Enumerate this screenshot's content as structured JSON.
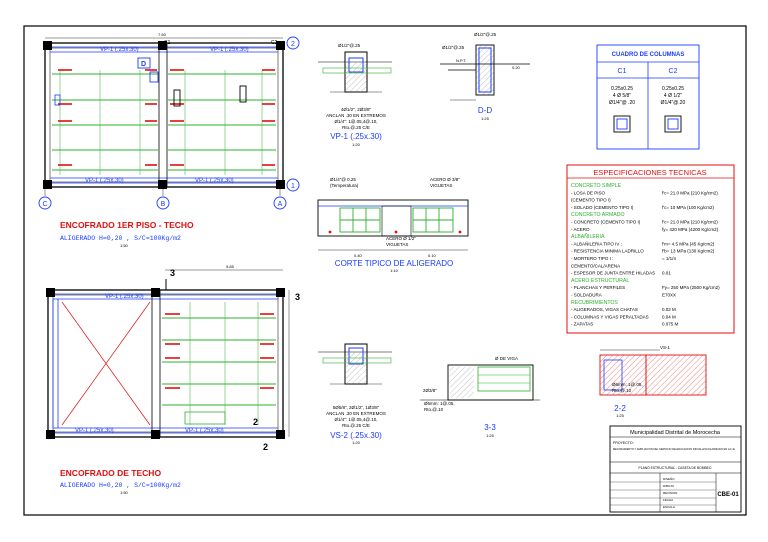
{
  "plan1": {
    "title": "ENCOFRADO 1ER PISO - TECHO",
    "subtitle": "ALIGERADO H=0,20 , S/C=100Kg/m2",
    "scale": "1:50",
    "overall_dim": "7.50",
    "beam_top_left": "VP-1 (.25x.30)",
    "beam_top_right": "VP-1 (.25x.30)",
    "beam_bottom_left": "VP-1 (.25x.30)",
    "beam_bottom_right": "VP-1 (.25x.30)",
    "axis_C": "C",
    "axis_B": "B",
    "axis_A": "A",
    "axis_1": "1",
    "axis_2": "2",
    "col_C1": "C1",
    "col_C2": "C2",
    "tag_D": "D"
  },
  "plan2": {
    "title": "ENCOFRADO DE TECHO",
    "subtitle": "ALIGERADO H=0,20 , S/C=100Kg/m2",
    "scale": "1:50",
    "overall_dim": "5.85",
    "beam_top": "VP-1 (.25x.30)",
    "beam_bottom_left": "VP-1 (.25x.30)",
    "beam_bottom_right": "VP-1 (.25x.30)",
    "section_3": "3",
    "section_2": "2"
  },
  "vp1": {
    "top_note": "Ø1/2\"@.25",
    "note1": "4Ø1/2\", 2Ø3/8\"",
    "note2": "ANCLAN .30 EN EXTREMOS",
    "note3": "Ø1/4\": 1@.05,4@.10,",
    "note4": "Rto.@.25 C/E",
    "title": "VP-1 (.25x.30)",
    "scale": "1:20"
  },
  "dd": {
    "top_note": "Ø1/2\"@.25",
    "left_note": "Ø1/2\"@.25",
    "npt": "N.P.T.",
    "dim": "0.20",
    "title": "D-D",
    "scale": "1:25"
  },
  "columns": {
    "title": "CUADRO DE COLUMNAS",
    "c1": "C1",
    "c2": "C2",
    "c1_size": "0.25x0.25",
    "c2_size": "0.25x0.25",
    "c1_bars": "4 Ø 5/8\"",
    "c2_bars": "4 Ø 1/2\"",
    "c1_stirrup": "Ø1/4\"@ .20",
    "c2_stirrup": "Ø1/4\"@.20"
  },
  "specs": {
    "title": "ESPECIFICACIONES TECNICAS",
    "rows": [
      {
        "kind": "head",
        "text": "CONCRETO SIMPLE"
      },
      {
        "kind": "row",
        "label": "- LOSA DE PISO",
        "value": "f'c= 21.0 MPa (210 Kg/cm2)"
      },
      {
        "kind": "row",
        "label": "  (CEMENTO TIPO I)",
        "value": ""
      },
      {
        "kind": "row",
        "label": "- SOLADO (CEMENTO TIPO I)",
        "value": "f'c= 10 MPa (100 Kg/cm2)"
      },
      {
        "kind": "head",
        "text": "CONCRETO ARMADO"
      },
      {
        "kind": "row",
        "label": "- CONCRETO (CEMENTO TIPO I)",
        "value": "f'c= 21.0 MPa (210 Kg/cm2)"
      },
      {
        "kind": "row",
        "label": "- ACERO",
        "value": "fy= 420 MPa (4200 Kg/cm2)"
      },
      {
        "kind": "head",
        "text": "ALBAÑILERIA"
      },
      {
        "kind": "row",
        "label": "- ALBAÑILERIA TIPO IV :",
        "value": "f'm= 4.5 MPa (45 Kg/cm2)"
      },
      {
        "kind": "row",
        "label": "- RESISTENCIA MINIMA LADRILLO",
        "value": "f'b= 13 MPa (130 Kg/cm2)"
      },
      {
        "kind": "row",
        "label": "- MORTERO TIPO I :",
        "value": "= 1/1/4"
      },
      {
        "kind": "row",
        "label": "  CEMENTO/CAL/ARENA",
        "value": ""
      },
      {
        "kind": "row",
        "label": "- ESPESOR DE JUNTA ENTRE HILADAS",
        "value": "0.01"
      },
      {
        "kind": "head",
        "text": "ACERO ESTRUCTURAL"
      },
      {
        "kind": "row",
        "label": "- PLANCHAS Y PERFILES",
        "value": "Fy= 250 MPa (2500 Kg/cm2)"
      },
      {
        "kind": "row",
        "label": "- SOLDADURA",
        "value": "E70XX"
      },
      {
        "kind": "head",
        "text": "RECUBRIMIENTOS"
      },
      {
        "kind": "row",
        "label": "- ALIGERADOS, VIGAS CHATAS",
        "value": "0.02 M"
      },
      {
        "kind": "row",
        "label": "- COLUMNAS Y VIGAS PERALTADAS",
        "value": "0.04 M"
      },
      {
        "kind": "row",
        "label": "- ZAPATAS",
        "value": "0.075 M"
      }
    ]
  },
  "corte": {
    "note_left1": "Ø1/4\"@ 0.25",
    "note_left2": "(Temperatura)",
    "note_right1": "ACERO Ø 3/8\"",
    "note_right2": "VIGUETAS",
    "note_mid1": "ACERO Ø 1/2\"",
    "note_mid2": "VIGUETAS",
    "dim_a": "0.40",
    "dim_b": "0.10",
    "title": "CORTE TIPICO DE ALIGERADO",
    "scale": "1:10"
  },
  "vs2": {
    "note1": "5Ø5/8\", 2Ø1/2\", 1Ø3/8\"",
    "note2": "ANCLAN .30 EN EXTREMOS",
    "note3": "Ø1/4\": 1@.05,4@.10,",
    "note4": "Rto.@.25 C/E",
    "title": "VS-2 (.25x.30)",
    "scale": "1:20"
  },
  "s33": {
    "top_note": "Ø DE VIGA",
    "left_note": "2Ø3/8\"",
    "bottom_note1": "Ø6mm: 1@.05,",
    "bottom_note2": "Rto.@.10",
    "title": "3-3",
    "scale": "1:25"
  },
  "s22": {
    "top_note": "VS-1",
    "note1": "Ø6mm: 1@.05,",
    "note2": "Rto.@.10",
    "title": "2-2",
    "scale": "1:25"
  },
  "titleblock": {
    "org": "Municipalidad Distrital de Morocecha",
    "project_label": "PROYECTO:",
    "project_text": "MEJORAMIENTO Y AMPLIACION DEL SERVICIO DE EDUCACION INICIAL ESCOLARIZADO EN LA I.E.",
    "sheet_title": "PLANO ESTRUCTURAL - CASETA DE BOMBEO",
    "sheet_code": "CBE-01",
    "label_design": "DISEÑO",
    "label_drawing": "DIBUJO",
    "label_review": "REVISION",
    "label_date": "FECHA",
    "label_scale": "ESCALA"
  }
}
